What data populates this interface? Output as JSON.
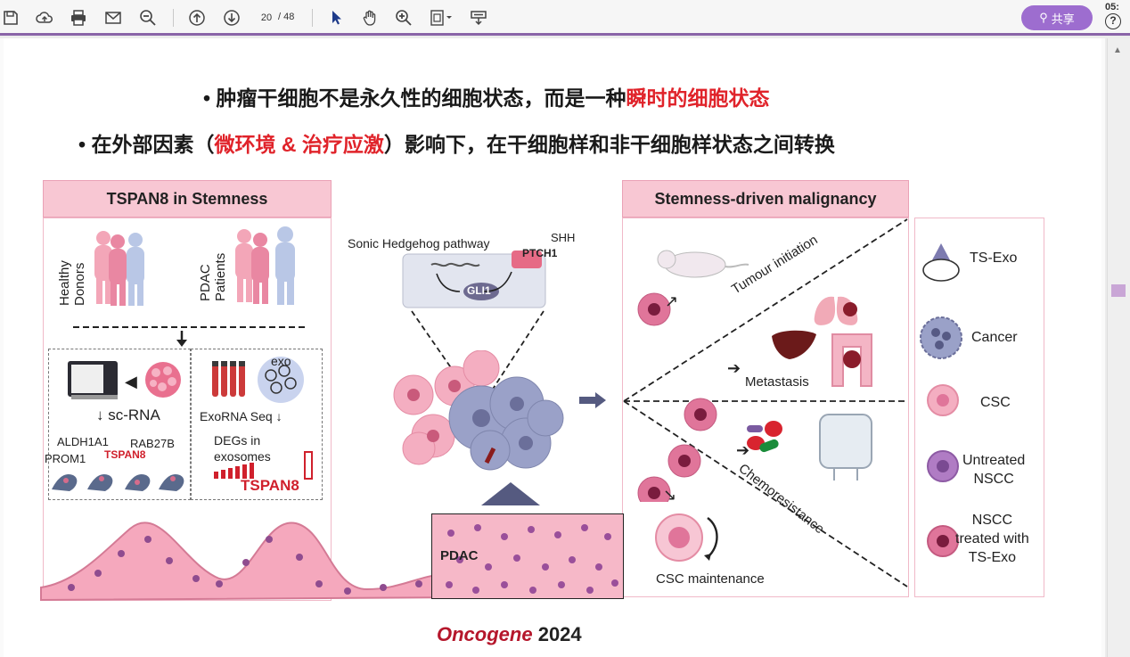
{
  "toolbar": {
    "page_current": "20",
    "page_total": "/ 48",
    "share_label": "共享",
    "clock": "05:"
  },
  "slide": {
    "bullet1_prefix": "• 肿瘤干细胞不是永久性的细胞状态，而是一种",
    "bullet1_highlight": "瞬时的细胞状态",
    "bullet2_prefix": "• 在外部因素（",
    "bullet2_highlight": "微环境 & 治疗应激",
    "bullet2_suffix": "）影响下，在干细胞样和非干细胞样状态之间转换",
    "left_panel": {
      "title": "TSPAN8 in Stemness",
      "healthy_donors": "Healthy\nDonors",
      "pdac_patients": "PDAC\nPatients",
      "sc_rna": "sc-RNA",
      "exo": "exo",
      "exorna_seq": "ExoRNA Seq",
      "aldh1a1": "ALDH1A1",
      "prom1": "PROM1",
      "tspan8_small": "TSPAN8",
      "rab27b": "RAB27B",
      "degs": "DEGs in\nexosomes",
      "tspan8_big": "TSPAN8"
    },
    "middle": {
      "pathway": "Sonic Hedgehog pathway",
      "shh": "SHH",
      "ptch1": "PTCH1",
      "gli1": "GLI1",
      "pdac": "PDAC"
    },
    "right_panel": {
      "title": "Stemness-driven malignancy",
      "tumour_initiation": "Tumour initiation",
      "metastasis": "Metastasis",
      "chemoresistance": "Chemoresistance",
      "csc_maintenance": "CSC maintenance"
    },
    "legend": [
      {
        "label": "TS-Exo",
        "icon": "ts-exo-icon"
      },
      {
        "label": "Cancer",
        "icon": "cancer-cell-icon"
      },
      {
        "label": "CSC",
        "icon": "csc-icon"
      },
      {
        "label": "Untreated\nNSCC",
        "icon": "untreated-nscc-icon"
      },
      {
        "label": "NSCC\ntreated with\nTS-Exo",
        "icon": "treated-nscc-icon"
      }
    ],
    "citation_journal": "Oncogene",
    "citation_year": "2024"
  },
  "colors": {
    "accent": "#8a64a8",
    "share": "#9d6dcf",
    "highlight": "#e0232a",
    "panel_pink": "#f8c7d3",
    "journal": "#b5162b"
  }
}
